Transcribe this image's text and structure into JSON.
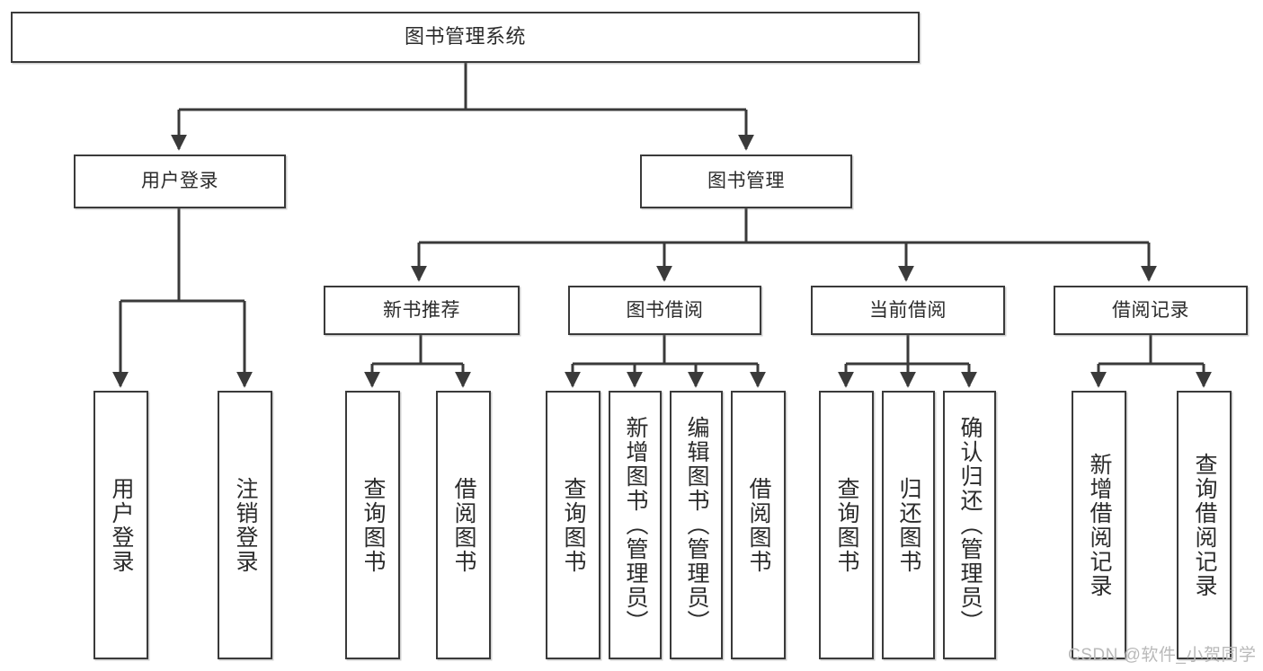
{
  "diagram": {
    "title": "图书管理系统",
    "watermark": "CSDN @软件_小贺同学",
    "stroke_color": "#3a3a3a",
    "text_color": "#2b2b2b",
    "background": "#ffffff",
    "levels": {
      "level1": [
        "图书管理系统"
      ],
      "level2": [
        "用户登录",
        "图书管理"
      ],
      "level3": [
        "新书推荐",
        "图书借阅",
        "当前借阅",
        "借阅记录"
      ],
      "level4": [
        "用户登录",
        "注销登录",
        "查询图书",
        "借阅图书",
        "查询图书",
        "新增图书（管理员）",
        "编辑图书（管理员）",
        "借阅图书",
        "查询图书",
        "归还图书",
        "确认归还（管理员）",
        "新增借阅记录",
        "查询借阅记录"
      ]
    },
    "nodes": {
      "root": {
        "label": "图书管理系统"
      },
      "user_login": {
        "label": "用户登录"
      },
      "book_manage": {
        "label": "图书管理"
      },
      "new_book_rec": {
        "label": "新书推荐"
      },
      "book_borrow": {
        "label": "图书借阅"
      },
      "current_borrow": {
        "label": "当前借阅"
      },
      "borrow_record": {
        "label": "借阅记录"
      },
      "leaf_user_login": {
        "label": "用户登录"
      },
      "leaf_logout": {
        "label": "注销登录"
      },
      "leaf_query_book_1": {
        "label": "查询图书"
      },
      "leaf_borrow_book_1": {
        "label": "借阅图书"
      },
      "leaf_query_book_2": {
        "label": "查询图书"
      },
      "leaf_add_book": {
        "label": "新增图书（管理员）"
      },
      "leaf_edit_book": {
        "label": "编辑图书（管理员）"
      },
      "leaf_borrow_book_2": {
        "label": "借阅图书"
      },
      "leaf_query_book_3": {
        "label": "查询图书"
      },
      "leaf_return_book": {
        "label": "归还图书"
      },
      "leaf_confirm_return": {
        "label": "确认归还（管理员）"
      },
      "leaf_add_record": {
        "label": "新增借阅记录"
      },
      "leaf_query_record": {
        "label": "查询借阅记录"
      }
    }
  }
}
